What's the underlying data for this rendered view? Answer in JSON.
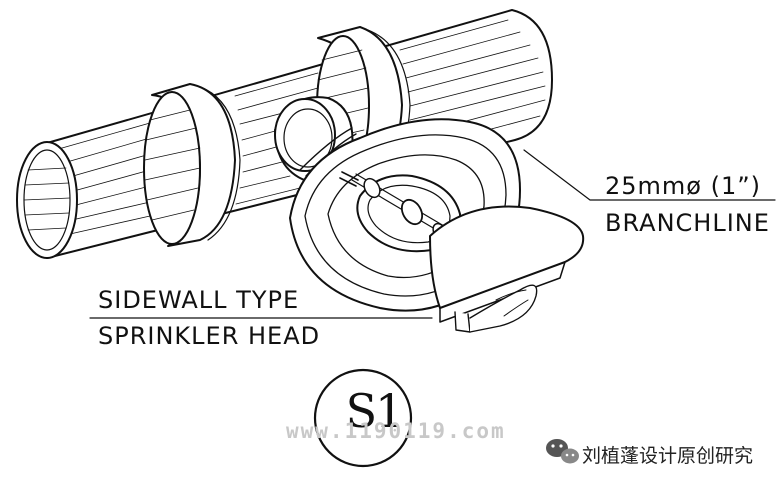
{
  "labels": {
    "sprinkler_line1": "SIDEWALL TYPE",
    "sprinkler_line2": "SPRINKLER HEAD",
    "branch_line1": "25mmø (1”)",
    "branch_line2": "BRANCHLINE"
  },
  "callout": {
    "text": "S1"
  },
  "watermark": {
    "url": "www.1190119.com",
    "brand": "刘植蓬设计原创研究"
  },
  "icons": {
    "watermark_logo": "wechat-icon"
  },
  "colors": {
    "line": "#111111",
    "watermark": "#c8c8c8"
  }
}
